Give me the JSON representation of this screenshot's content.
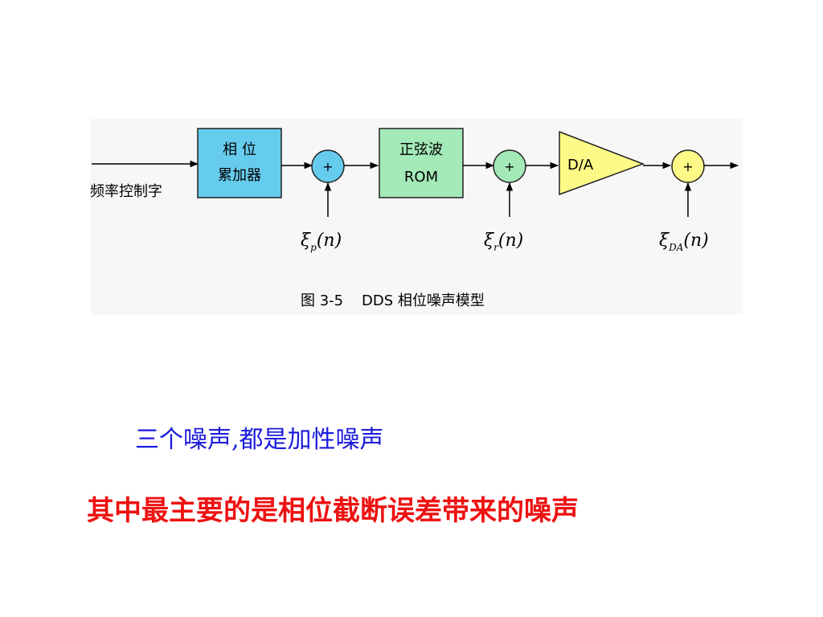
{
  "diagram": {
    "input_label": "频率控制字",
    "blocks": {
      "accumulator": {
        "line1": "相 位",
        "line2": "累加器",
        "color": "#66ccee"
      },
      "rom": {
        "line1": "正弦波",
        "line2": "ROM",
        "color": "#a4e9b8"
      },
      "da": {
        "label": "D/A",
        "color": "#fdfa88"
      }
    },
    "summers": [
      {
        "symbol": "+",
        "color": "#66ccee",
        "noise": "ξ",
        "subscript": "p",
        "arg": "(n)"
      },
      {
        "symbol": "+",
        "color": "#a4e9b8",
        "noise": "ξ",
        "subscript": "r",
        "arg": "(n)"
      },
      {
        "symbol": "+",
        "color": "#fdfa88",
        "noise": "ξ",
        "subscript": "DA",
        "arg": "(n)"
      }
    ],
    "caption": "图 3-5    DDS 相位噪声模型"
  },
  "notes": {
    "blue": "三个噪声,都是加性噪声",
    "red": "其中最主要的是相位截断误差带来的噪声"
  }
}
